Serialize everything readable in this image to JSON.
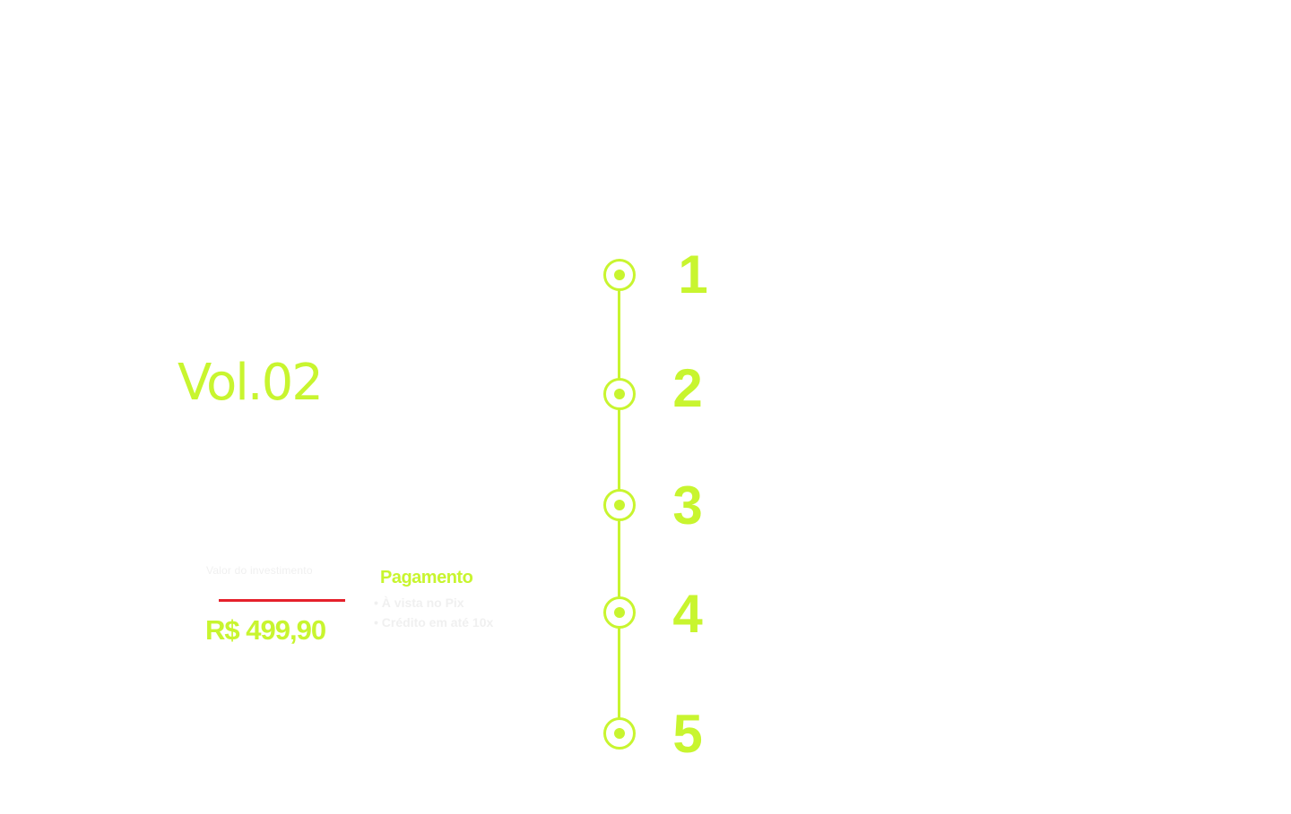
{
  "hero": {
    "volume": "Vol.02"
  },
  "pricing": {
    "label": "Valor do investimento",
    "price": "R$ 499,90"
  },
  "payment": {
    "title": "Pagamento",
    "options": [
      "• À vista no Pix",
      "• Crédito em até 10x"
    ]
  },
  "timeline": {
    "steps": [
      "1",
      "2",
      "3",
      "4",
      "5"
    ]
  },
  "colors": {
    "accent": "#c8f52f",
    "strike": "#e5202b",
    "faint_text": "#f0f0f0",
    "background": "#ffffff"
  }
}
